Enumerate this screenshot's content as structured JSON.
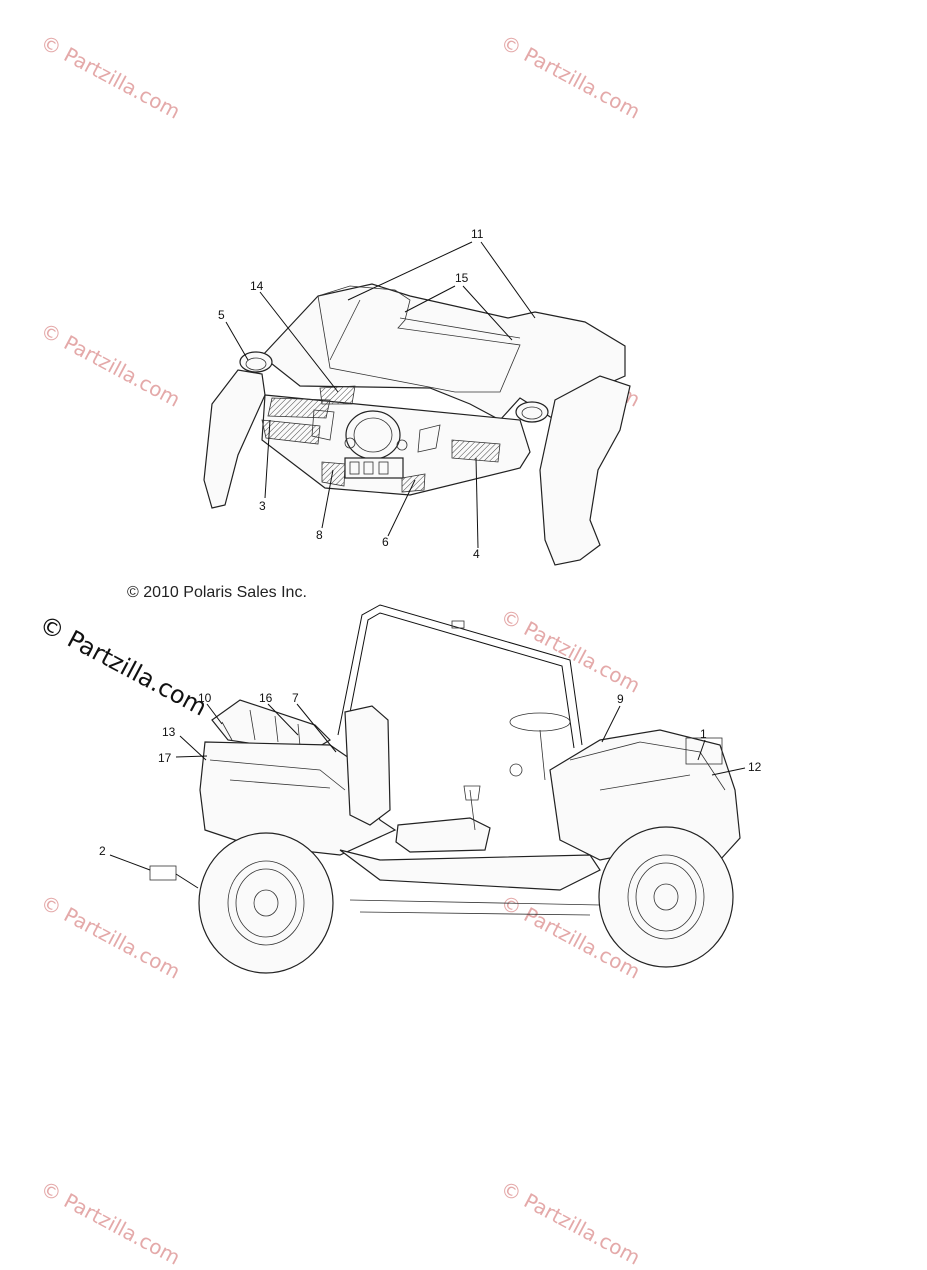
{
  "watermarks": [
    "© Partzilla.com",
    "© Partzilla.com",
    "© Partzilla.com",
    "© Partzilla.com",
    "© Partzilla.com",
    "© Partzilla.com",
    "© Partzilla.com",
    "© Partzilla.com",
    "© Partzilla.com"
  ],
  "big_watermark": "© Partzilla.com",
  "copyright": "© 2010 Polaris Sales Inc.",
  "callouts": {
    "c1": "1",
    "c2": "2",
    "c3": "3",
    "c4": "4",
    "c5": "5",
    "c6": "6",
    "c7": "7",
    "c8": "8",
    "c9": "9",
    "c10": "10",
    "c11": "11",
    "c12": "12",
    "c13": "13",
    "c14": "14",
    "c15": "15",
    "c16": "16",
    "c17": "17"
  }
}
